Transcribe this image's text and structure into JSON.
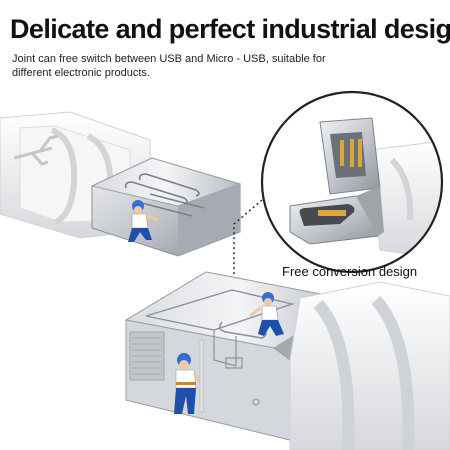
{
  "headline": "Delicate and perfect industrial design",
  "description": {
    "line1": "Joint can free switch between USB and Micro - USB, suitable for",
    "line2": "different electronic products."
  },
  "callout": {
    "caption": "Free conversion design"
  },
  "icons": [
    "usb-trident-logo",
    "worker-figure",
    "measuring-rod"
  ],
  "colors": {
    "text": "#111111",
    "cable": "#f2f2f2",
    "metal": "#c9ccd0",
    "worker_shirt": "#ffffff",
    "worker_pants": "#1f4fa8",
    "worker_helmet": "#2f6fd6"
  }
}
